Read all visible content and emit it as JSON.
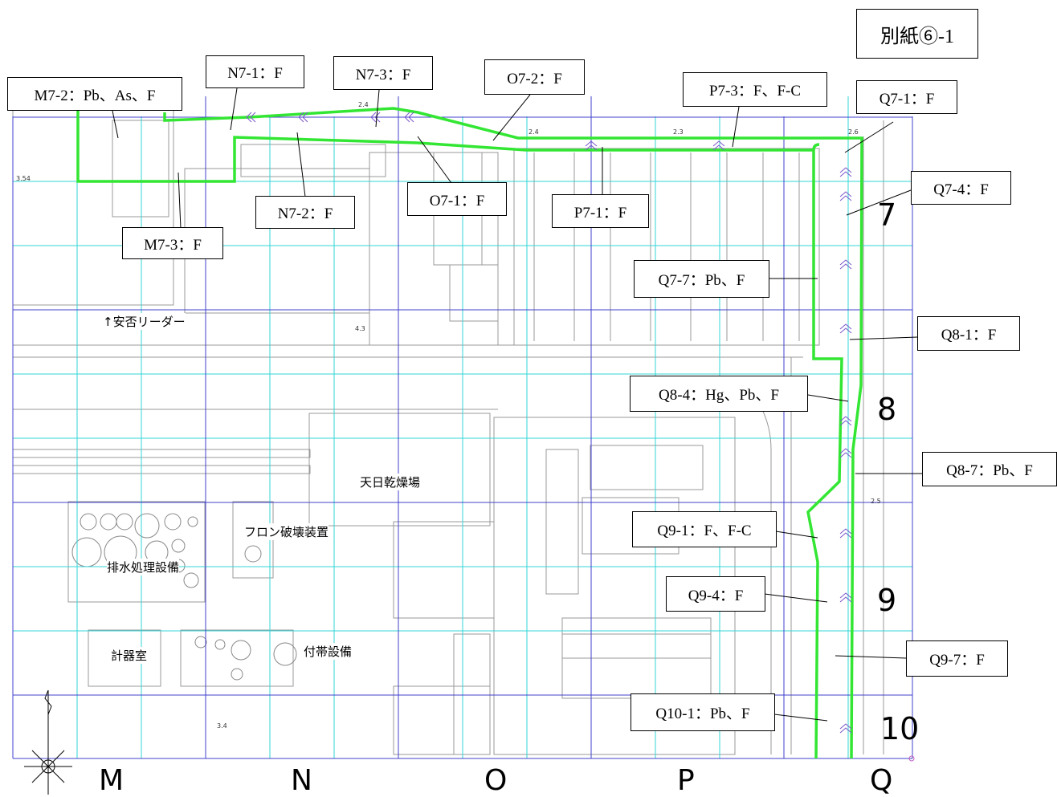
{
  "title": "別紙⑥-1",
  "columns": [
    "M",
    "N",
    "O",
    "P",
    "Q"
  ],
  "rows": [
    "7",
    "8",
    "9",
    "10"
  ],
  "facilities": {
    "anpi_reader": "↑安否リーダー",
    "drying_yard": "天日乾燥場",
    "freon_destroyer": "フロン破壊装置",
    "drainage_facility": "排水処理設備",
    "instrument_room": "計器室",
    "auxiliary_facility": "付帯設備"
  },
  "elevations": {
    "e1": "2.4",
    "e2": "2.4",
    "e3": "2.3",
    "e4": "2.6",
    "e5": "3.54",
    "e6": "4.3",
    "e7": "2.5",
    "e8": "3.4"
  },
  "sample_labels": {
    "m7_2": "M7-2：Pb、As、F",
    "n7_1": "N7-1：F",
    "n7_3": "N7-3：F",
    "o7_2": "O7-2：F",
    "p7_3": "P7-3：F、F-C",
    "q7_1": "Q7-1：F",
    "q7_4": "Q7-4：F",
    "m7_3": "M7-3：F",
    "n7_2": "N7-2：F",
    "o7_1": "O7-1：F",
    "p7_1": "P7-1：F",
    "q7_7": "Q7-7：Pb、F",
    "q8_1": "Q8-1：F",
    "q8_4": "Q8-4：Hg、Pb、F",
    "q8_7": "Q8-7：Pb、F",
    "q9_1": "Q9-1：F、F-C",
    "q9_4": "Q9-4：F",
    "q9_7": "Q9-7：F",
    "q10_1": "Q10-1：Pb、F"
  },
  "colors": {
    "survey_route": "#33e633",
    "grid_major": "#4040cc",
    "grid_minor": "#33d6d6",
    "building": "#888888",
    "arrow_marks": "#7a55cc"
  }
}
